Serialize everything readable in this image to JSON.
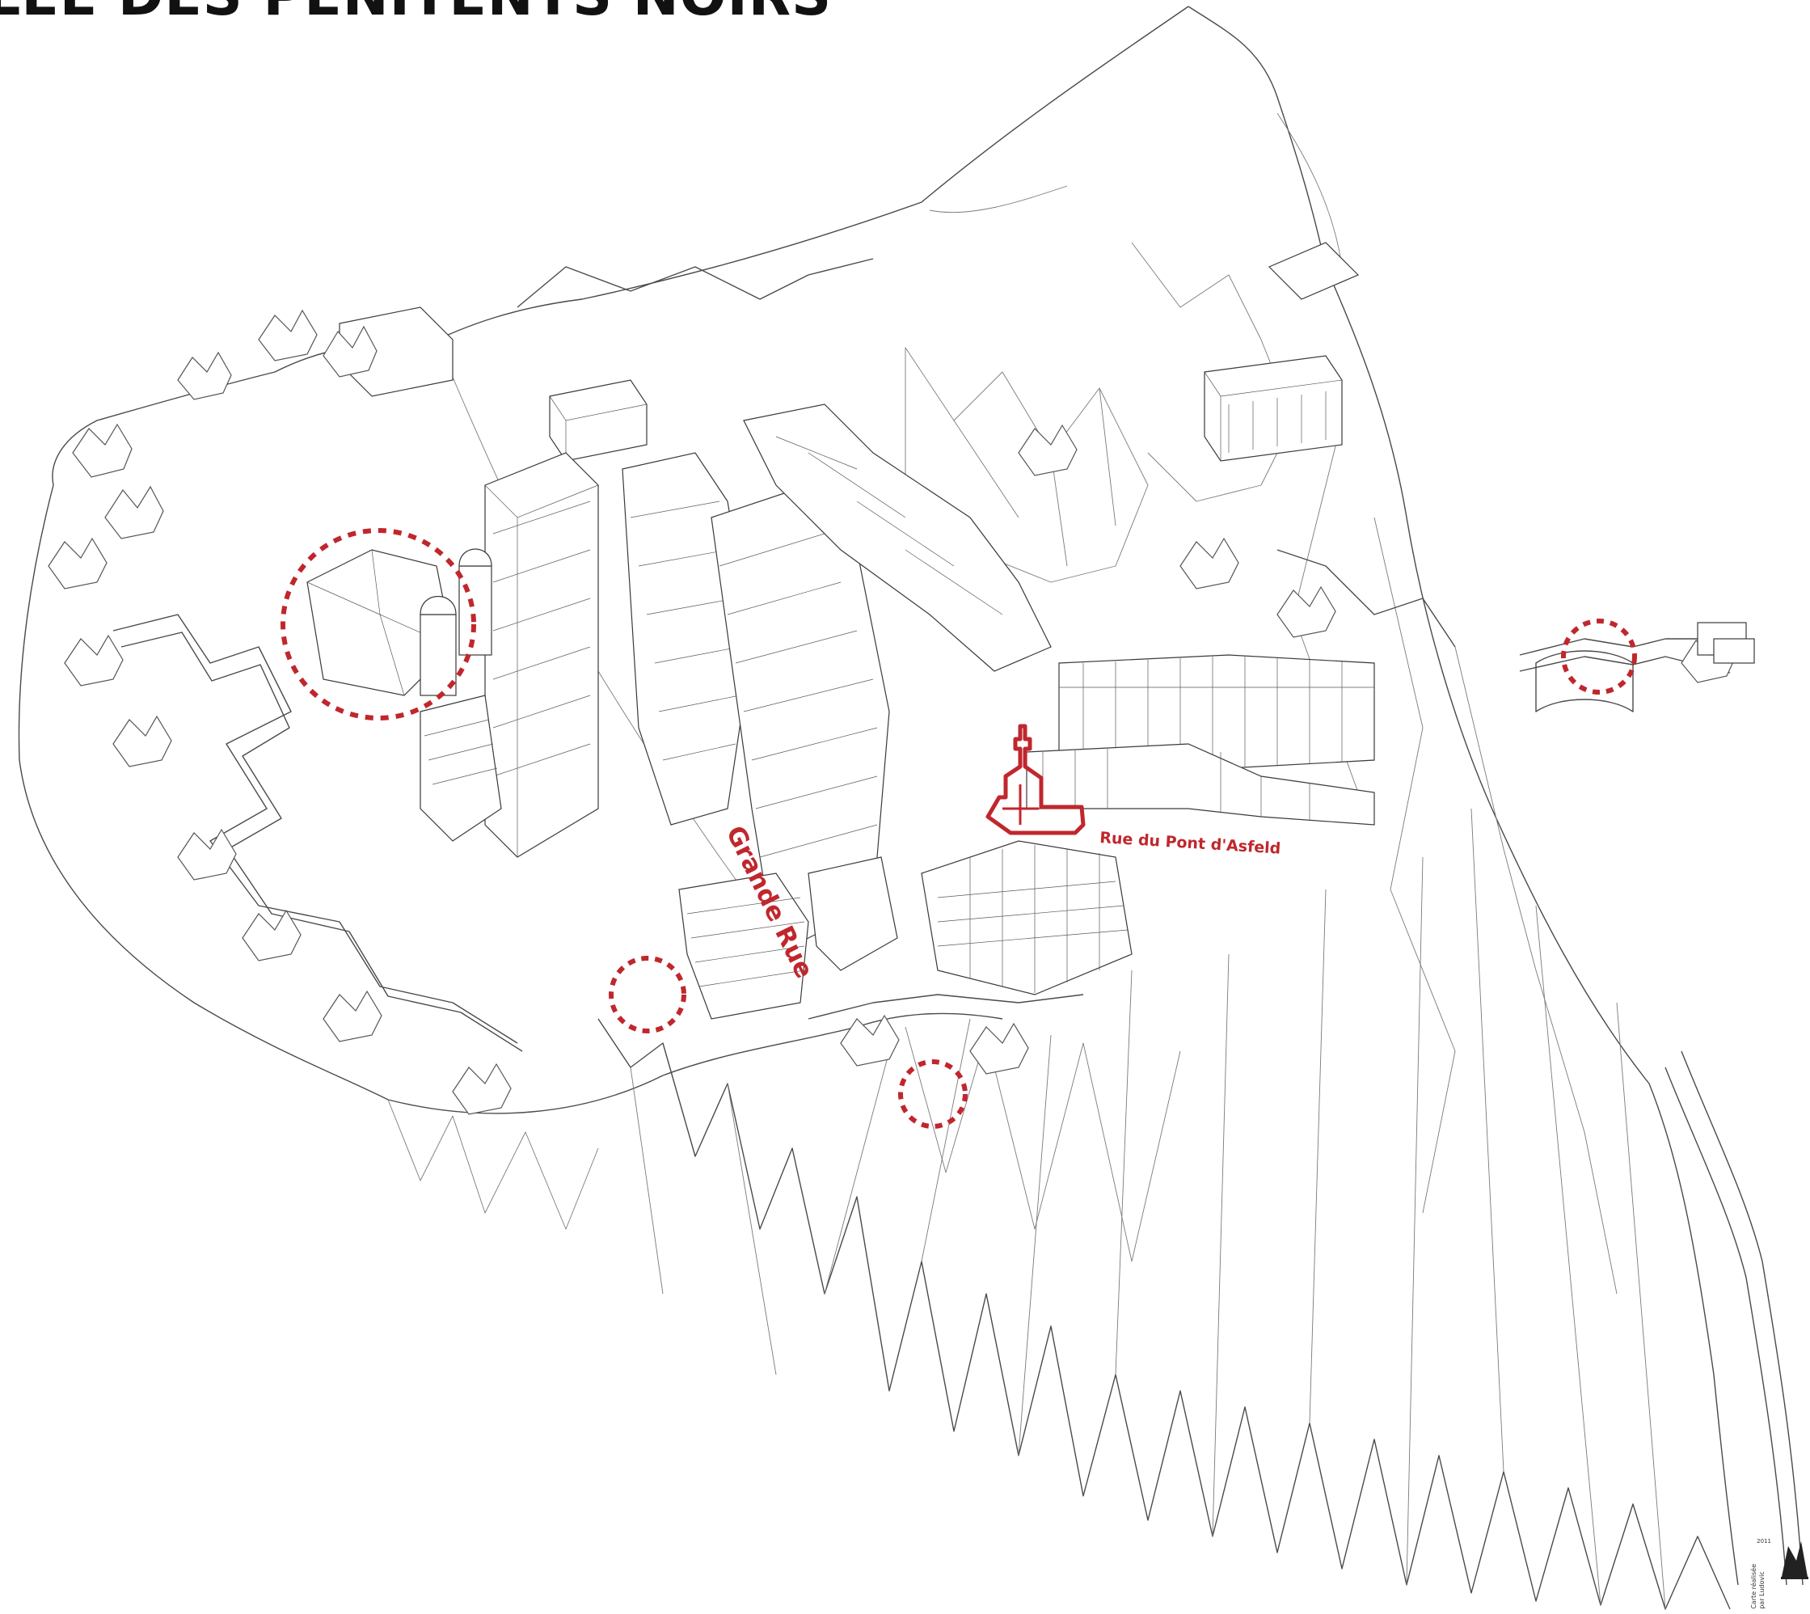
{
  "title": "LÉE DES PÉNITENTS NOIRS",
  "labels": {
    "grande_rue": "Grande Rue",
    "rue_pont": "Rue du Pont d'Asfeld"
  },
  "credit": {
    "lines": [
      "Carte réalisée",
      "par Ludovic"
    ],
    "year": "2011"
  },
  "colors": {
    "accent": "#c0272d",
    "ink": "#4a4a4a",
    "background": "#ffffff"
  },
  "markers": [
    {
      "name": "church-circle",
      "kind": "dashed-circle"
    },
    {
      "name": "gate-west-circle",
      "kind": "dashed-circle"
    },
    {
      "name": "stairs-south-circle",
      "kind": "dashed-circle"
    },
    {
      "name": "bridge-east-circle",
      "kind": "dashed-circle"
    },
    {
      "name": "chapel-outline",
      "kind": "highlighted-building"
    }
  ]
}
